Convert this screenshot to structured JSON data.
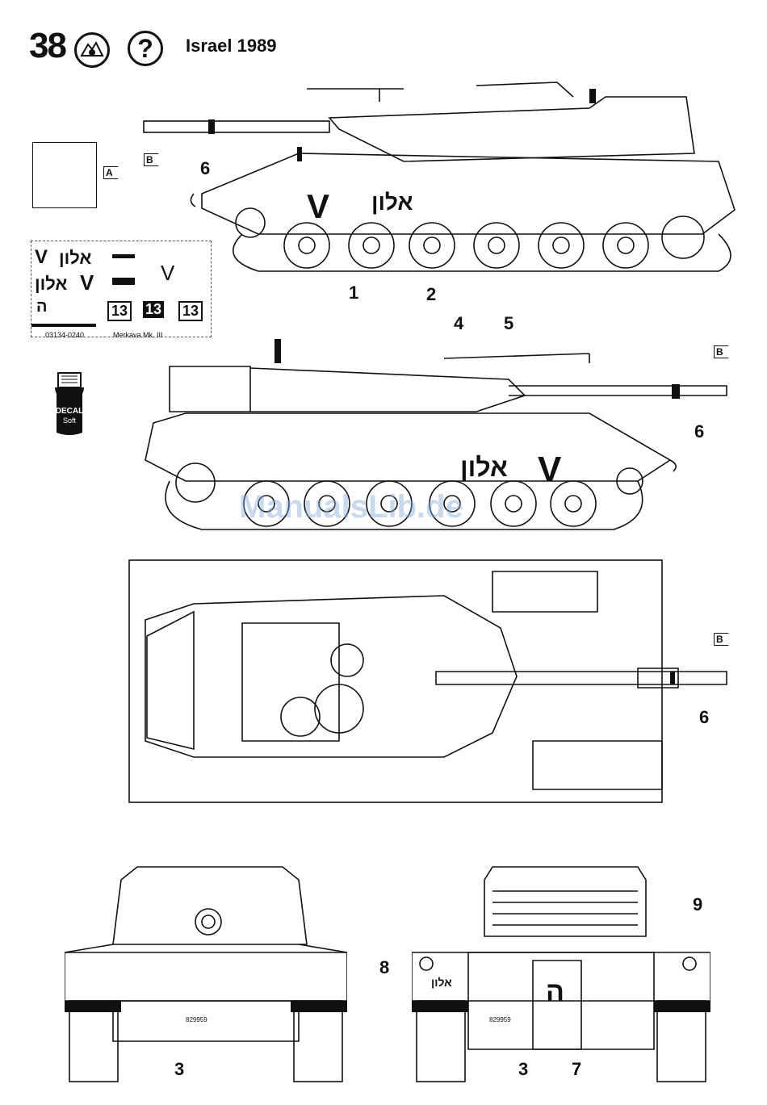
{
  "header": {
    "step": "38",
    "title": "Israel 1989",
    "question_mark": "?"
  },
  "color_refs": {
    "a": "A",
    "b": "B"
  },
  "callouts": [
    "1",
    "2",
    "3",
    "4",
    "5",
    "6",
    "7",
    "8",
    "9"
  ],
  "decal_sheet": {
    "code": "03134-0240",
    "name": "Merkava Mk. III",
    "marks": [
      "V",
      "אלון",
      "13",
      "13",
      "13",
      "ה"
    ]
  },
  "decal_bottle": {
    "label_top": "DECAL",
    "label_bottom": "Soft"
  },
  "hull_markings": {
    "chevron": "V",
    "hebrew_name": "אלון",
    "rear_letter": "ה",
    "plate_number": "829959"
  },
  "watermark": "ManualsLib.de",
  "colors": {
    "line": "#111111",
    "background": "#ffffff",
    "watermark": "#82aadc"
  }
}
